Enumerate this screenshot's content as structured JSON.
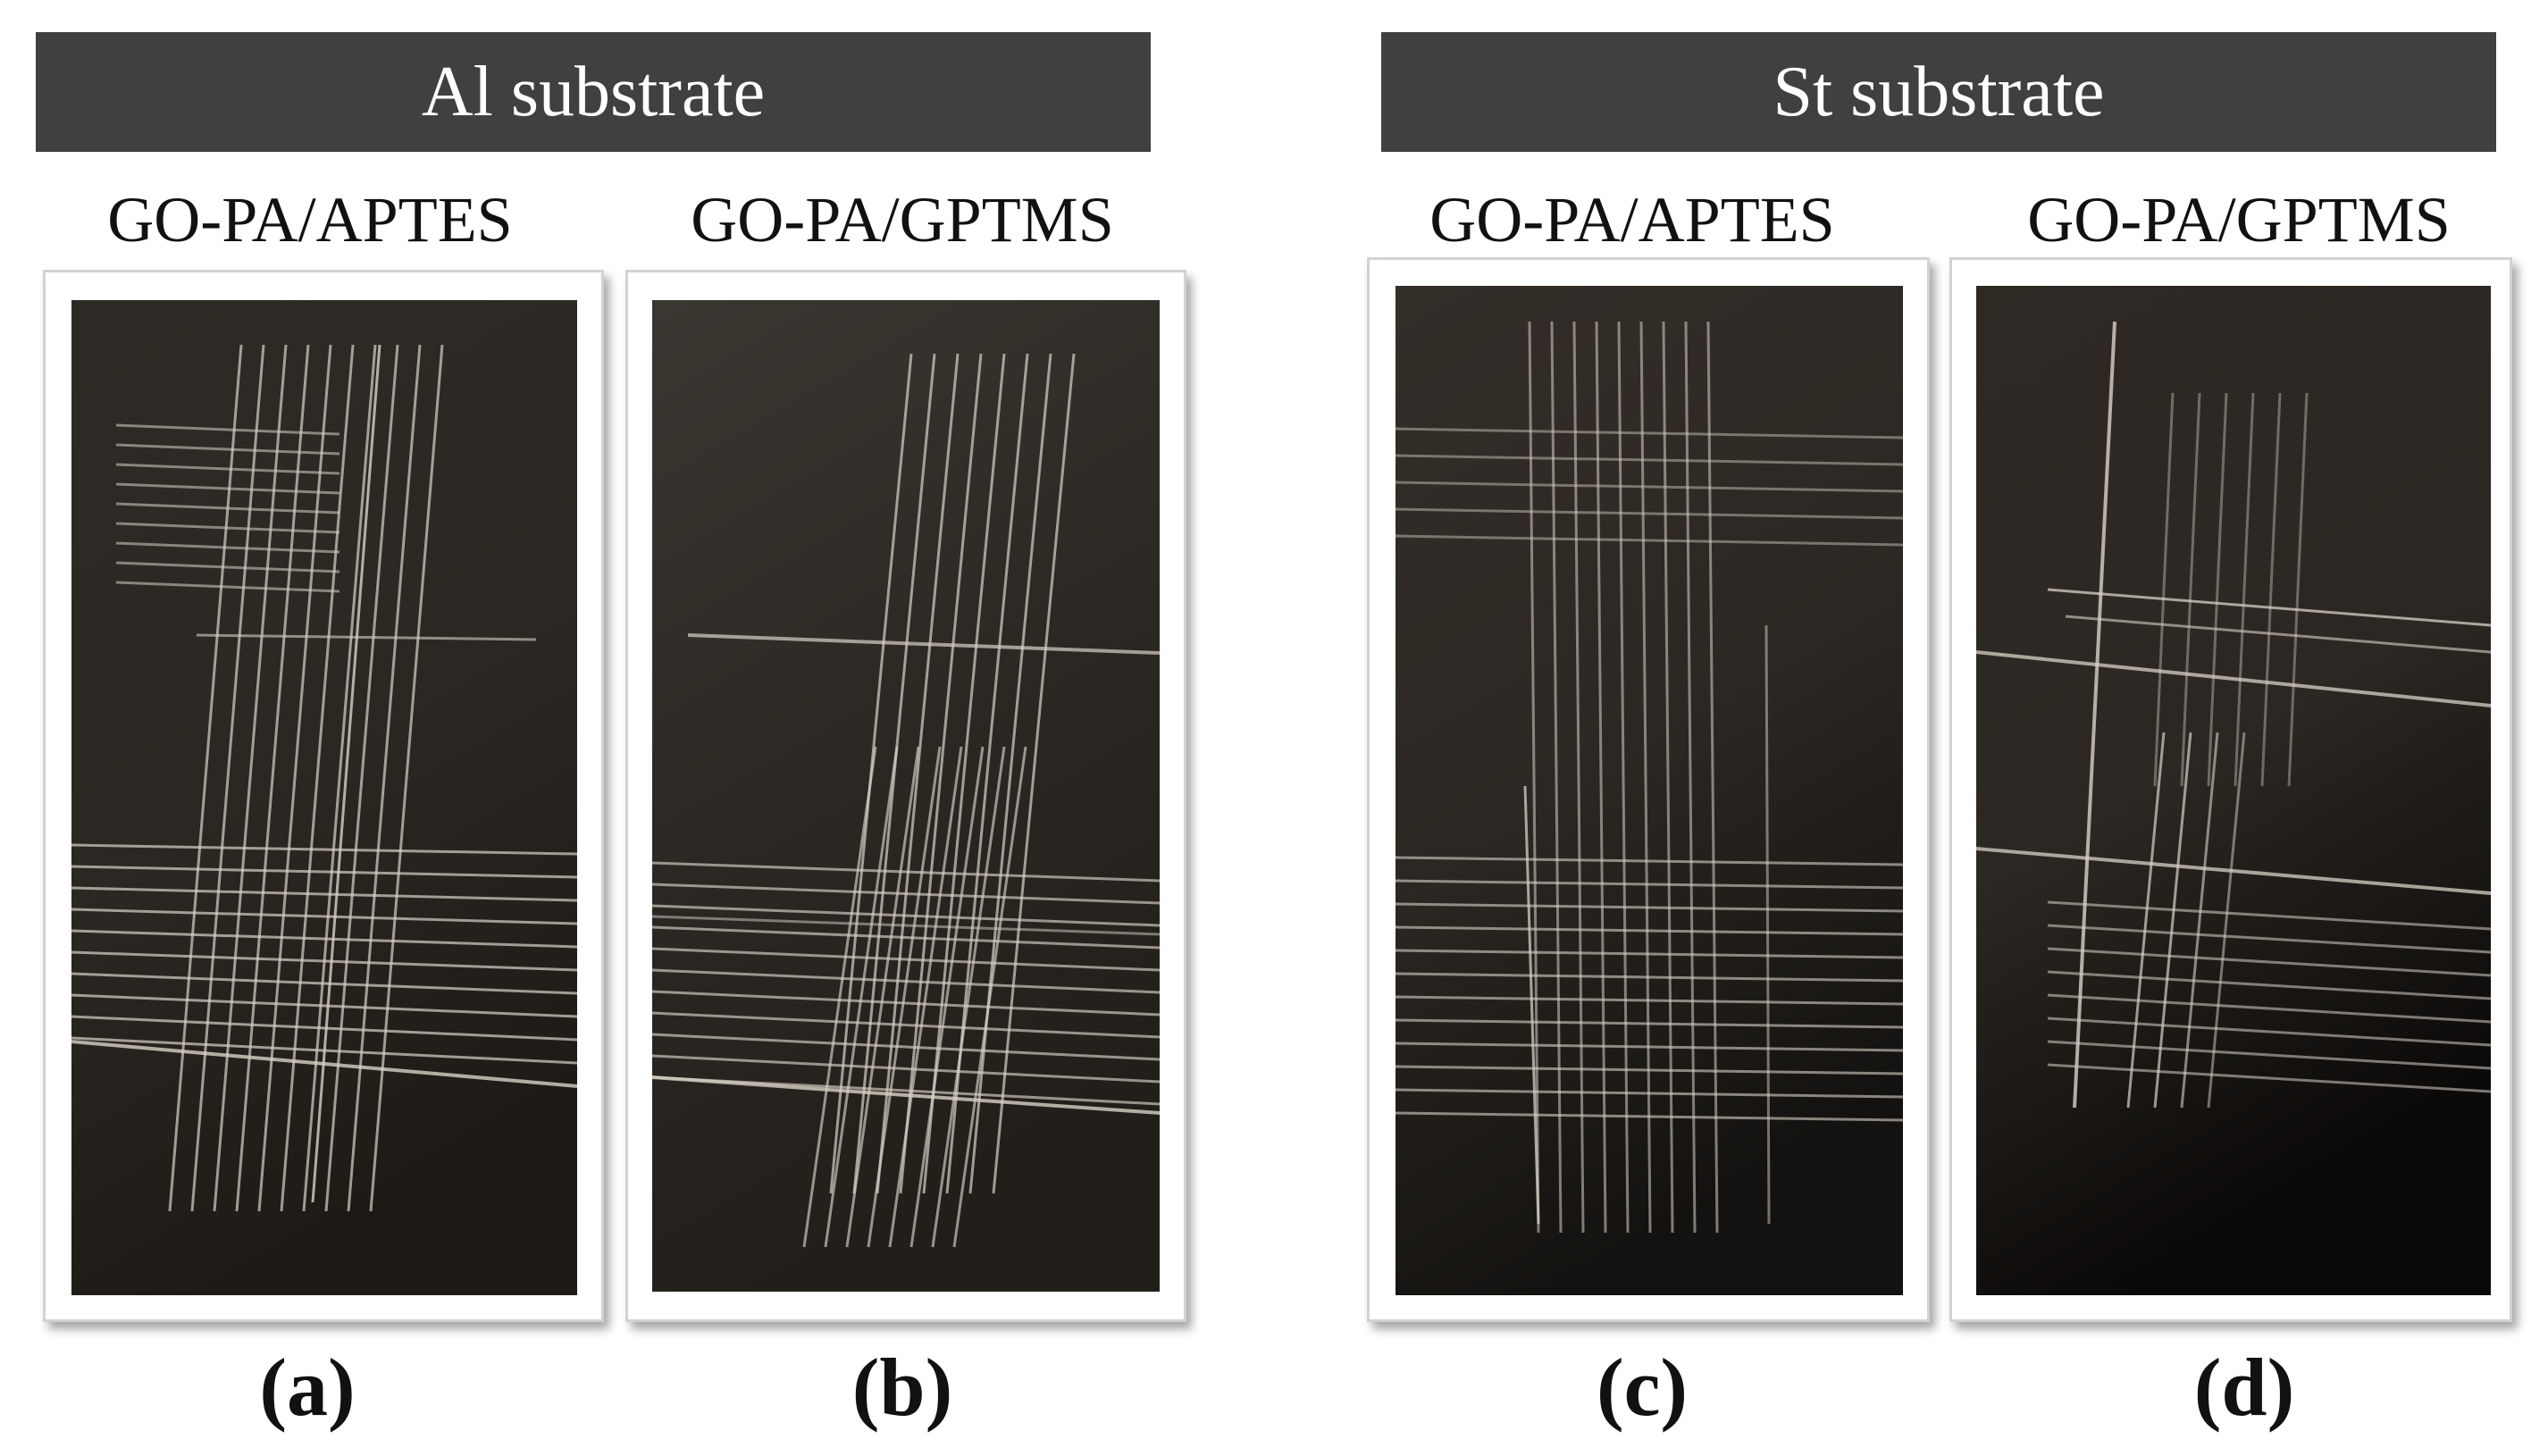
{
  "groups": [
    {
      "title": "Al substrate"
    },
    {
      "title": "St substrate"
    }
  ],
  "panels": [
    {
      "label": "GO-PA/APTES",
      "letter": "(a)"
    },
    {
      "label": "GO-PA/GPTMS",
      "letter": "(b)"
    },
    {
      "label": "GO-PA/APTES",
      "letter": "(c)"
    },
    {
      "label": "GO-PA/GPTMS",
      "letter": "(d)"
    }
  ],
  "colors": {
    "header_bg": "#404040",
    "header_text": "#ffffff",
    "photo_bg": "#2a2621",
    "scratch": "#d8d2c6"
  }
}
